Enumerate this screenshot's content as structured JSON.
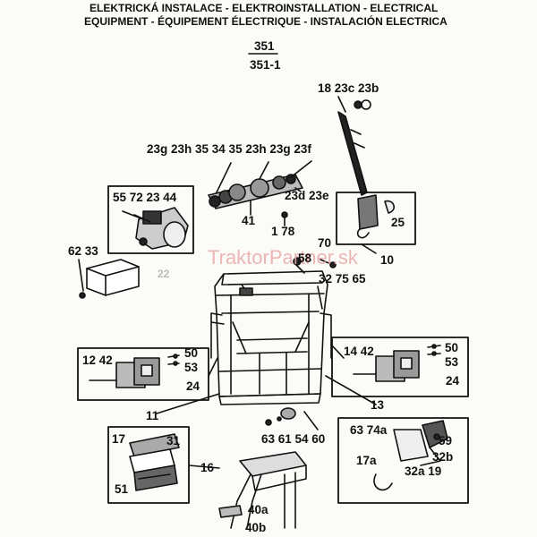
{
  "header": {
    "line1": "ELEKTRICKÁ INSTALACE - ELEKTROINSTALLATION - ELECTRICAL",
    "line2": "EQUIPMENT - ÉQUIPEMENT ÉLECTRIQUE - INSTALACIÓN ELECTRICA",
    "model_top": "351",
    "model_bottom": "351-1"
  },
  "watermark": {
    "text": "TraktorPartner.sk"
  },
  "labels": {
    "top_bulb": "18 23c 23b",
    "group_left": "23g 23h 35 34 35 23h 23g 23f",
    "group_bottom": "23d 23e",
    "n41": "41",
    "n1_78": "1 78",
    "wiper_box": "55 72 23 44",
    "n25": "25",
    "n70": "70",
    "n58": "58",
    "n10": "10",
    "n62_33": "62 33",
    "n22": "22",
    "n32_75_65": "32 75 65",
    "left_lamp_a": "12 42",
    "n50_l": "50",
    "n53_l": "53",
    "n24_l": "24",
    "n11": "11",
    "right_lamp_a": "14 42",
    "n50_r": "50",
    "n53_r": "53",
    "n24_r": "24",
    "n13": "13",
    "n63_61_54_60": "63 61 54 60",
    "n17": "17",
    "n31": "31",
    "n16": "16",
    "n51": "51",
    "n40a": "40a",
    "n40b": "40b",
    "n63_74a": "63 74a",
    "n59": "59",
    "n32b": "32b",
    "n17a": "17a",
    "n32a_19": "32a 19"
  }
}
